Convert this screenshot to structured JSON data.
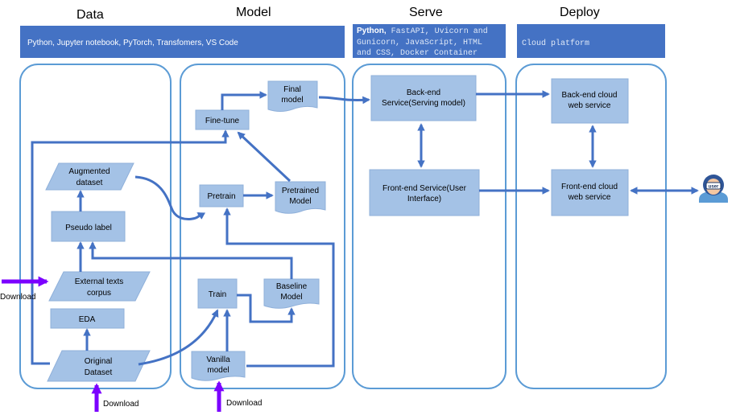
{
  "stages": {
    "data": "Data",
    "model": "Model",
    "serve": "Serve",
    "deploy": "Deploy"
  },
  "banners": {
    "data": "Python, Jupyter notebook, PyTorch, Transfomers, VS Code",
    "serve_line1_bold": "Python,",
    "serve_line1_rest": " FastAPI, Uvicorn and",
    "serve_line2": "Gunicorn, JavaScript, HTML",
    "serve_line3": "and CSS, Docker Container",
    "deploy": "Cloud platform"
  },
  "nodes": {
    "augmented_1": "Augmented",
    "augmented_2": "dataset",
    "pseudo_label": "Pseudo label",
    "external_1": "External texts",
    "external_2": "corpus",
    "eda": "EDA",
    "original_1": "Original",
    "original_2": "Dataset",
    "final_1": "Final",
    "final_2": "model",
    "finetune": "Fine-tune",
    "pretrain": "Pretrain",
    "pretrained_1": "Pretrained",
    "pretrained_2": "Model",
    "train": "Train",
    "baseline_1": "Baseline",
    "baseline_2": "Model",
    "vanilla_1": "Vanilla",
    "vanilla_2": "model",
    "backend_1": "Back-end",
    "backend_2": "Service(Serving model)",
    "frontend_1": "Front-end Service(User",
    "frontend_2": "Interface)",
    "backend_cloud_1": "Back-end cloud",
    "backend_cloud_2": "web service",
    "frontend_cloud_1": "Front-end cloud",
    "frontend_cloud_2": "web service"
  },
  "downloads": {
    "left": "Download",
    "bottom_data": "Download",
    "bottom_model": "Download"
  },
  "user_icon_label": "user",
  "colors": {
    "banner": "#4472c4",
    "node": "#a4c2e6",
    "arrow": "#4472c4",
    "lane": "#5b9bd5",
    "download_arrow": "#7b00ff"
  }
}
